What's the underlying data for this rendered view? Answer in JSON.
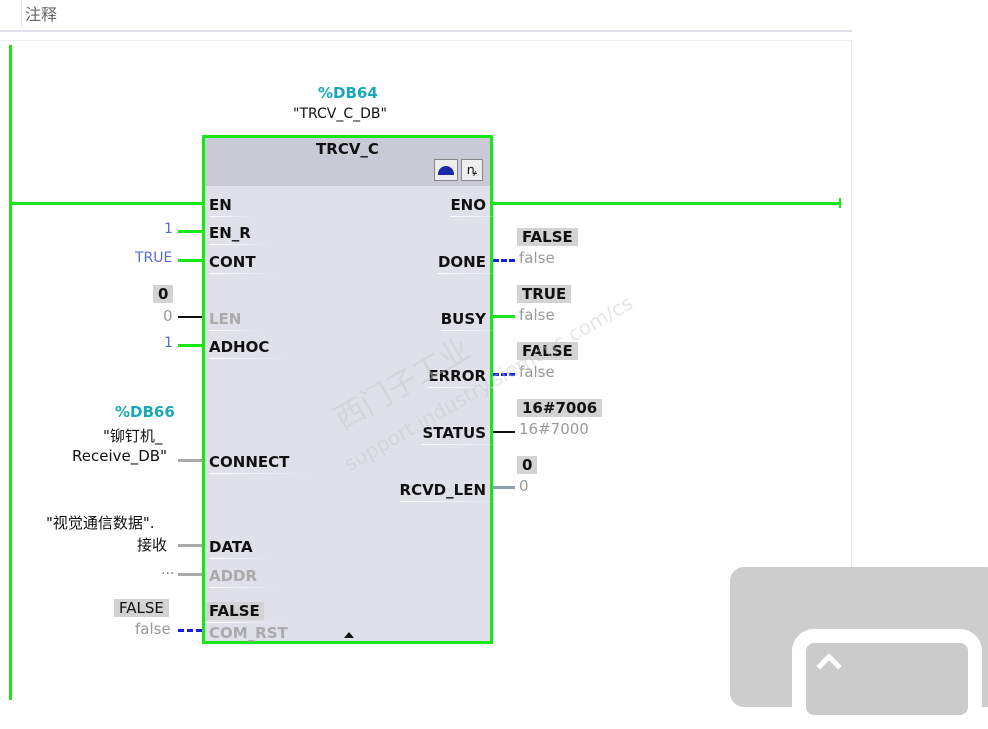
{
  "header": {
    "comment_label": "注释"
  },
  "block": {
    "instance_address": "%DB64",
    "instance_name": "\"TRCV_C_DB\"",
    "type": "TRCV_C",
    "icons": [
      "instance-db-icon",
      "diagnostics-icon"
    ],
    "inputs": {
      "en": "EN",
      "en_r": "EN_R",
      "cont": "CONT",
      "len": "LEN",
      "adhoc": "ADHOC",
      "connect": "CONNECT",
      "data": "DATA",
      "addr": "ADDR",
      "com_rst": "COM_RST",
      "com_rst_value": "FALSE"
    },
    "outputs": {
      "eno": "ENO",
      "done": "DONE",
      "busy": "BUSY",
      "error": "ERROR",
      "status": "STATUS",
      "rcvd_len": "RCVD_LEN"
    }
  },
  "input_values": {
    "en_r": "1",
    "cont": "TRUE",
    "len_monitor": "0",
    "len": "0",
    "adhoc": "1",
    "connect_address": "%DB66",
    "connect_name_line1": "\"铆钉机_",
    "connect_name_line2": "Receive_DB\"",
    "data_line1": "\"视觉通信数据\".",
    "data_line2": "接收",
    "addr": "...",
    "com_rst_monitor": "FALSE",
    "com_rst": "false"
  },
  "output_values": {
    "done_monitor": "FALSE",
    "done": "false",
    "busy_monitor": "TRUE",
    "busy": "false",
    "error_monitor": "FALSE",
    "error": "false",
    "status_monitor": "16#7006",
    "status": "16#7000",
    "rcvd_len_monitor": "0",
    "rcvd_len": "0"
  },
  "watermark": {
    "line1": "西门子工业",
    "line2": "support.industry.siemens.com/cs"
  },
  "colors": {
    "power_flow": "#19e619",
    "db": "#1aa8b8",
    "false_signal": "#1a1ae6"
  }
}
